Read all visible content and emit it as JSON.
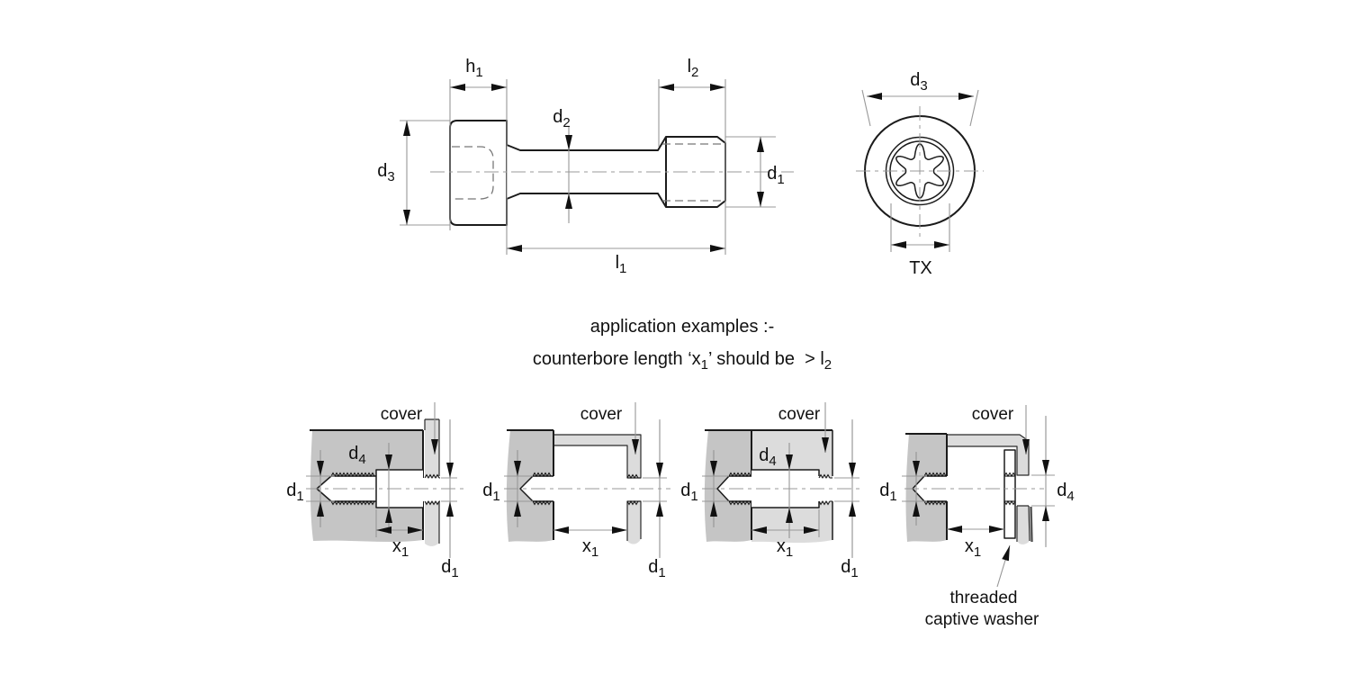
{
  "drawing": {
    "colors": {
      "dark_gray": "#c5c5c5",
      "light_gray": "#dcdcdc",
      "dim_line": "#989898",
      "outline": "#1b1b1b"
    },
    "side_view": {
      "h1": {
        "m": "h",
        "s": "1"
      },
      "l2": {
        "m": "l",
        "s": "2"
      },
      "d2": {
        "m": "d",
        "s": "2"
      },
      "d3": {
        "m": "d",
        "s": "3"
      },
      "d1": {
        "m": "d",
        "s": "1"
      },
      "l1": {
        "m": "l",
        "s": "1"
      }
    },
    "end_view": {
      "d3": {
        "m": "d",
        "s": "3"
      },
      "tx": {
        "m": "TX",
        "s": ""
      }
    },
    "notes": {
      "line1": "application examples :-",
      "line2_p1": "counterbore length ‘x",
      "line2_s1": "1",
      "line2_p2": "’ should be  > l",
      "line2_s2": "2"
    },
    "examples": [
      {
        "cover": "cover",
        "d1": {
          "m": "d",
          "s": "1"
        },
        "d4": {
          "m": "d",
          "s": "4"
        },
        "x1": {
          "m": "x",
          "s": "1"
        },
        "d1b": {
          "m": "d",
          "s": "1"
        }
      },
      {
        "cover": "cover",
        "d1": {
          "m": "d",
          "s": "1"
        },
        "x1": {
          "m": "x",
          "s": "1"
        },
        "d1b": {
          "m": "d",
          "s": "1"
        }
      },
      {
        "cover": "cover",
        "d1": {
          "m": "d",
          "s": "1"
        },
        "d4": {
          "m": "d",
          "s": "4"
        },
        "x1": {
          "m": "x",
          "s": "1"
        },
        "d1b": {
          "m": "d",
          "s": "1"
        }
      },
      {
        "cover": "cover",
        "d1": {
          "m": "d",
          "s": "1"
        },
        "x1": {
          "m": "x",
          "s": "1"
        },
        "d4b": {
          "m": "d",
          "s": "4"
        },
        "caption1": "threaded",
        "caption2": "captive washer"
      }
    ]
  }
}
